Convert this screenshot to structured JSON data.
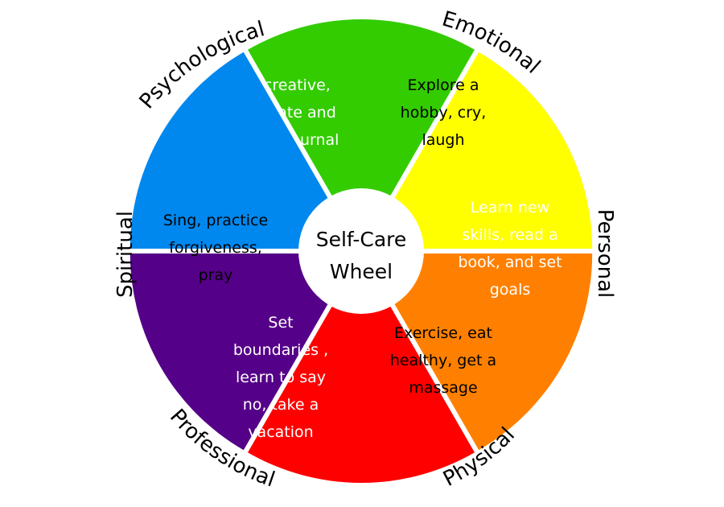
{
  "center": {
    "line1": "Self-Care",
    "line2": "Wheel"
  },
  "segments": [
    {
      "id": "psychological",
      "category": "Psychological",
      "color": "#33cc00",
      "text_color": "#ffffff",
      "lines": [
        "Be creative,",
        "meditate and",
        "keep a journal"
      ]
    },
    {
      "id": "emotional",
      "category": "Emotional",
      "color": "#ffff00",
      "text_color": "#000000",
      "lines": [
        "Explore a",
        "hobby, cry,",
        "laugh"
      ]
    },
    {
      "id": "personal",
      "category": "Personal",
      "color": "#ff8000",
      "text_color": "#ffffff",
      "lines": [
        "Learn new",
        "skills, read a",
        "book, and set",
        "goals"
      ]
    },
    {
      "id": "physical",
      "category": "Physical",
      "color": "#ff0000",
      "text_color": "#000000",
      "lines": [
        "Exercise, eat",
        "healthy, get a",
        "massage"
      ]
    },
    {
      "id": "professional",
      "category": "Professional",
      "color": "#550088",
      "text_color": "#ffffff",
      "lines": [
        "Set",
        "boundaries ,",
        "learn to say",
        "no, take a",
        "vacation"
      ]
    },
    {
      "id": "spiritual",
      "category": "Spiritual",
      "color": "#0088ee",
      "text_color": "#000000",
      "lines": [
        "Sing, practice",
        "forgiveness,",
        "pray"
      ]
    }
  ]
}
